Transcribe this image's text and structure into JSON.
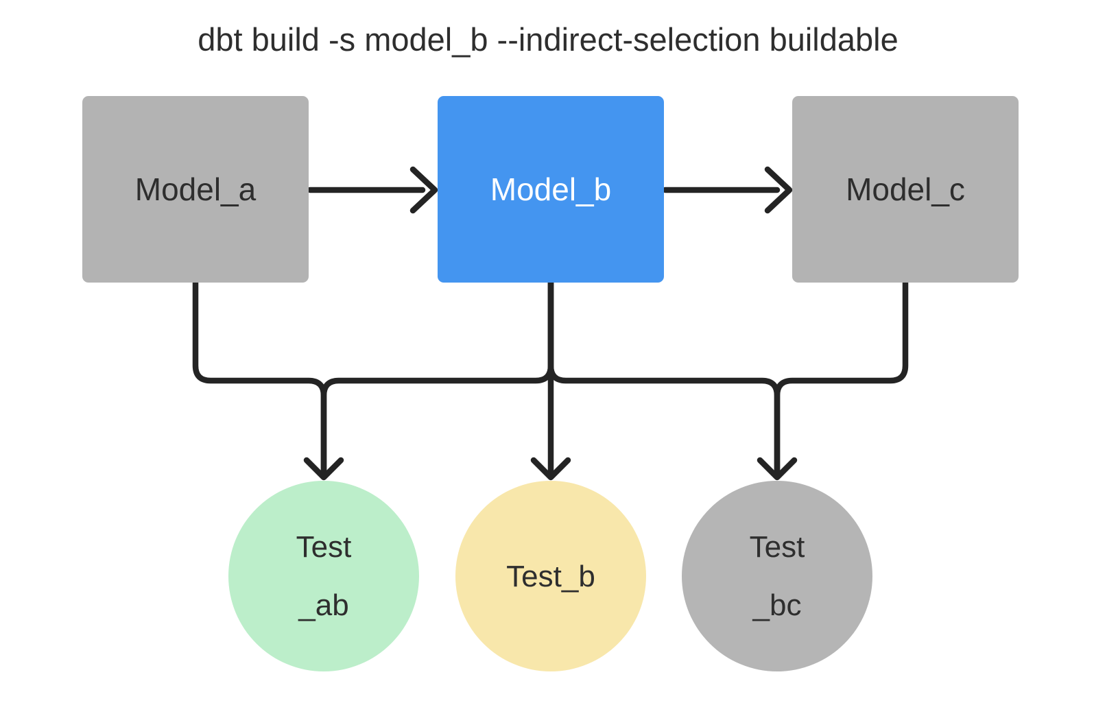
{
  "title": {
    "text": "dbt build -s model_b --indirect-selection buildable"
  },
  "colors": {
    "background": "#ffffff",
    "node_gray": "#b3b3b3",
    "node_selected_blue": "#4495f0",
    "test_green": "#bceeca",
    "test_yellow": "#f8e7ab",
    "test_gray": "#b5b5b5",
    "edge_dark": "#242424",
    "text_dark": "#2e2e2e",
    "text_on_blue": "#ffffff"
  },
  "models": [
    {
      "label": "Model_a",
      "fill": "#b3b3b3"
    },
    {
      "label": "Model_b",
      "fill": "#4495f0"
    },
    {
      "label": "Model_c",
      "fill": "#b3b3b3"
    }
  ],
  "tests": [
    {
      "lines": [
        "Test",
        "_ab"
      ],
      "fill": "#bceeca"
    },
    {
      "lines": [
        "Test_b"
      ],
      "fill": "#f8e7ab"
    },
    {
      "lines": [
        "Test",
        "_bc"
      ],
      "fill": "#b5b5b5"
    }
  ]
}
